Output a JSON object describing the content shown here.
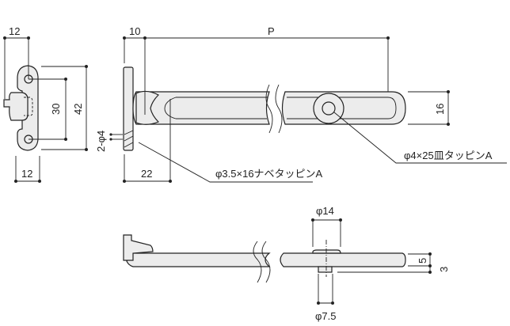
{
  "front_view": {
    "dim_top_width": "12",
    "dim_bottom_width": "12",
    "dim_hole_pitch": "30",
    "dim_height": "42"
  },
  "side_view": {
    "dim_offset": "10",
    "dim_length": "P",
    "dim_arm_width": "16",
    "dim_hole_position": "22",
    "dim_holes": "2-φ4",
    "label_screw_small": "φ3.5×16ナベタッピンA",
    "label_screw_large": "φ4×25皿タッピンA"
  },
  "bottom_view": {
    "dim_head_diameter": "φ14",
    "dim_boss_diameter": "φ7.5",
    "dim_thickness": "5",
    "dim_boss_height": "3"
  }
}
